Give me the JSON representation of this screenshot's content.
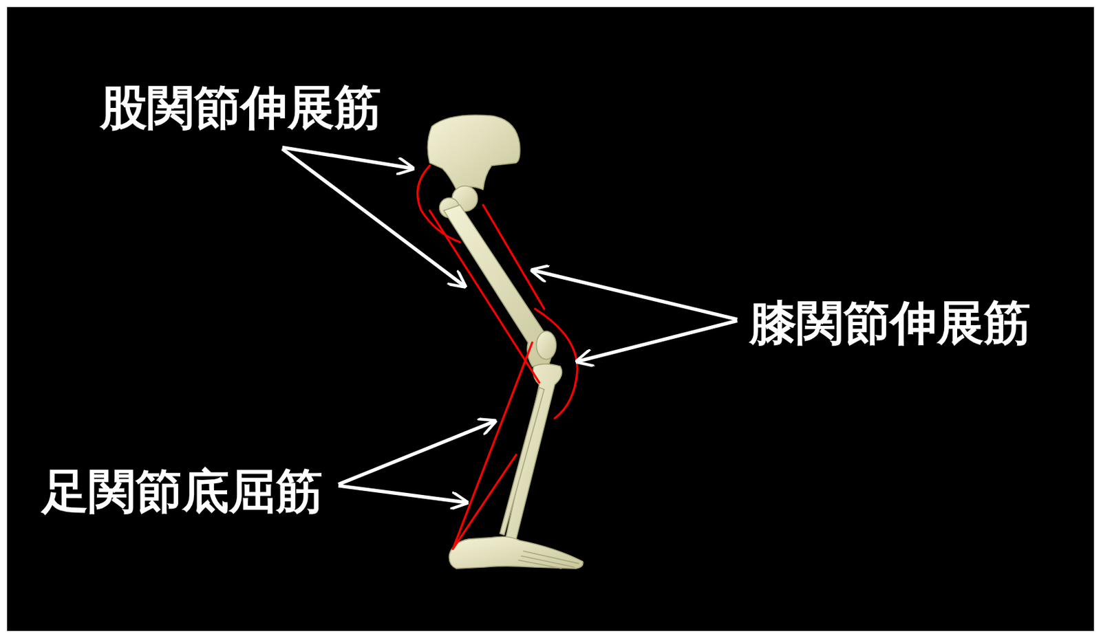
{
  "diagram": {
    "labels": [
      "股関節伸展筋",
      "膝関節伸展筋",
      "足関節底屈筋"
    ]
  }
}
